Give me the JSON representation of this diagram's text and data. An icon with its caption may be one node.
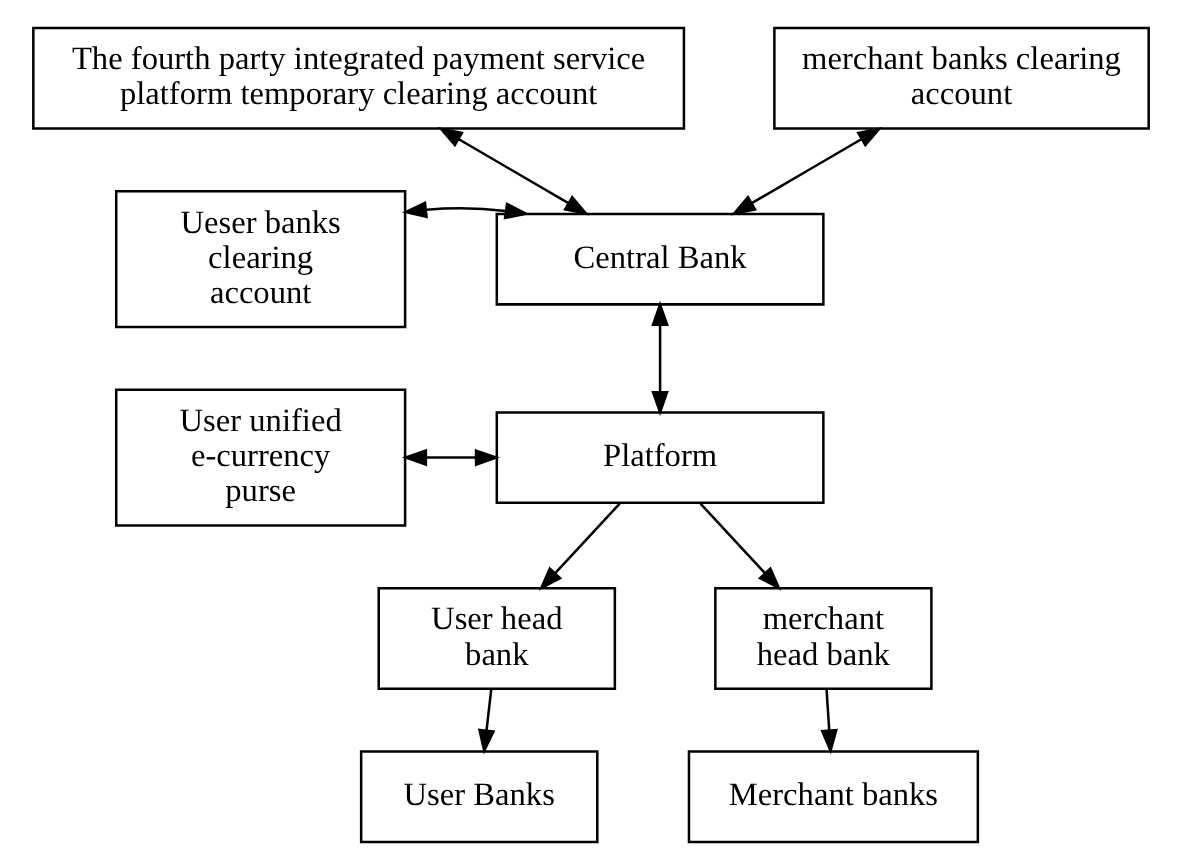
{
  "diagram": {
    "nodes": [
      {
        "text": [
          "The fourth party integrated payment service platform temporary clearing account"
        ]
      },
      {
        "text": [
          "merchant banks clearing account"
        ]
      },
      {
        "text": [
          "Ueser banks clearing account"
        ]
      },
      {
        "text": [
          "Central Bank"
        ]
      },
      {
        "text": [
          "User unified e-currency purse"
        ]
      },
      {
        "text": [
          "Platform"
        ]
      },
      {
        "text": [
          "User head bank"
        ]
      },
      {
        "text": [
          "merchant head bank"
        ]
      },
      {
        "text": [
          "User Banks"
        ]
      },
      {
        "text": [
          "Merchant banks"
        ]
      }
    ],
    "edges": [
      {
        "from": 0,
        "to": 3,
        "arrow": "both"
      },
      {
        "from": 1,
        "to": 3,
        "arrow": "both"
      },
      {
        "from": 2,
        "to": 3,
        "arrow": "both"
      },
      {
        "from": 3,
        "to": 5,
        "arrow": "both"
      },
      {
        "from": 4,
        "to": 5,
        "arrow": "both"
      },
      {
        "from": 5,
        "to": 6,
        "arrow": "to"
      },
      {
        "from": 5,
        "to": 7,
        "arrow": "to"
      },
      {
        "from": 6,
        "to": 8,
        "arrow": "to"
      },
      {
        "from": 7,
        "to": 9,
        "arrow": "to"
      }
    ]
  }
}
